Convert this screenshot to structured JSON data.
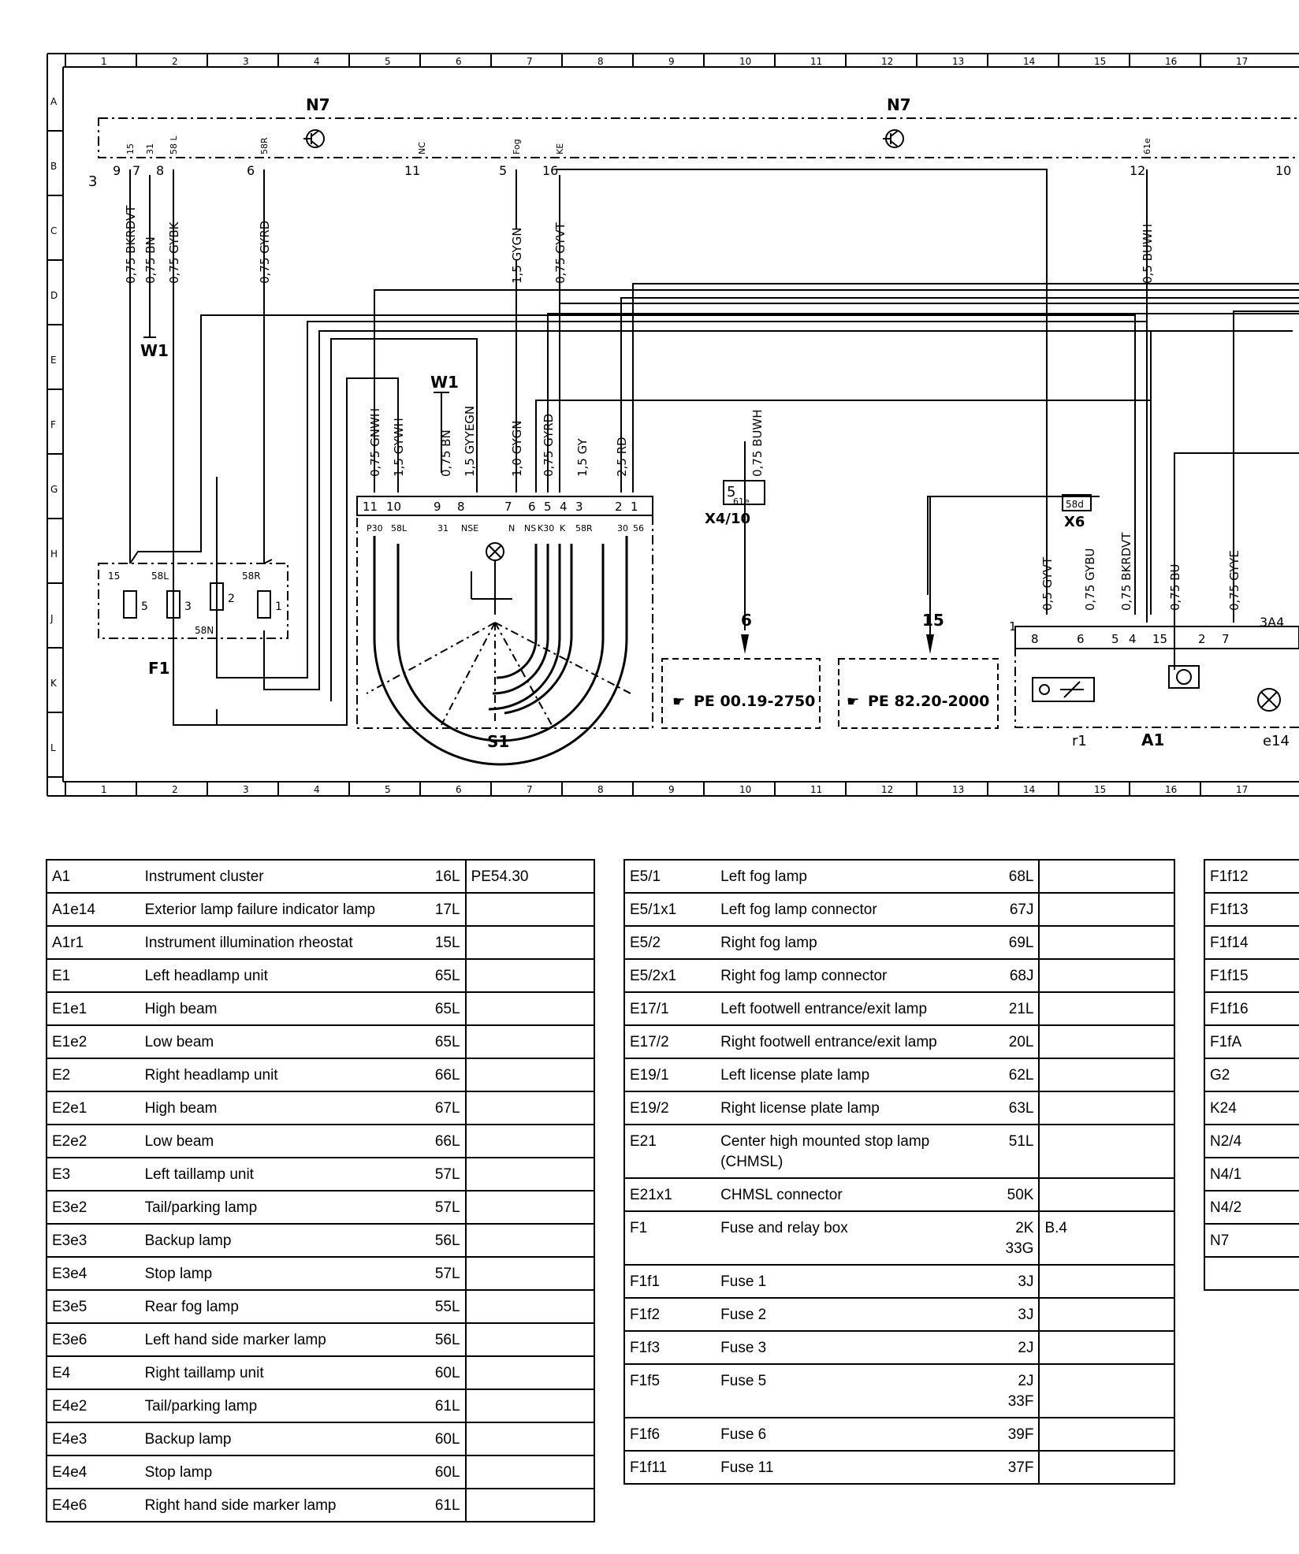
{
  "grid": {
    "columns": [
      "1",
      "2",
      "3",
      "4",
      "5",
      "6",
      "7",
      "8",
      "9",
      "10",
      "11",
      "12",
      "13",
      "14",
      "15",
      "16",
      "17"
    ],
    "rows": [
      "A",
      "B",
      "C",
      "D",
      "E",
      "F",
      "G",
      "H",
      "J",
      "K",
      "L"
    ]
  },
  "components": {
    "n7_left": "N7",
    "n7_right": "N7",
    "w1_left": "W1",
    "w1_mid": "W1",
    "f1": "F1",
    "s1": "S1",
    "x4_10": "X4/10",
    "x6": "X6",
    "a1": "A1",
    "r1": "r1",
    "e14": "e14",
    "three_a4": "3A4",
    "ground_3": "3"
  },
  "n7_pins": [
    {
      "pin": "9",
      "signal": "15",
      "wire": "0,75 BKRDVT"
    },
    {
      "pin": "7",
      "signal": "31",
      "wire": "0,75 BN"
    },
    {
      "pin": "8",
      "signal": "58 L",
      "wire": "0,75 GYBK"
    },
    {
      "pin": "6",
      "signal": "58R",
      "wire": "0,75 GYRD"
    },
    {
      "pin": "11",
      "signal": "NC",
      "wire": ""
    },
    {
      "pin": "5",
      "signal": "Fog",
      "wire": "1,5 GYGN"
    },
    {
      "pin": "16",
      "signal": "KE",
      "wire": "0,75 GYVT"
    },
    {
      "pin": "12",
      "signal": "61e",
      "wire": "0,5 BUWH"
    },
    {
      "pin": "10",
      "signal": "",
      "wire": ""
    }
  ],
  "f1_fuses": [
    {
      "num": "5",
      "term": "15"
    },
    {
      "num": "3",
      "term": "58L"
    },
    {
      "num": "2",
      "term": "58N"
    },
    {
      "num": "1",
      "term": "58R"
    }
  ],
  "s1_wires": [
    "0,75 GNWH",
    "1,5 GYWH",
    "0,75 BN",
    "1,5 GYYEGN",
    "1,0 GYGN",
    "0,75 GYRD",
    "1,5 GY",
    "2,5 RD"
  ],
  "s1_pins": [
    "11",
    "10",
    "9",
    "8",
    "7",
    "6",
    "5",
    "4",
    "3",
    "2",
    "1"
  ],
  "s1_terms": [
    "P30",
    "58L",
    "31",
    "NSE",
    "N",
    "NS",
    "K30",
    "K",
    "58R",
    "30",
    "56"
  ],
  "x4_10": {
    "pin": "5",
    "term": "61e",
    "wire": "0,75 BUWH",
    "ref_num": "6"
  },
  "x6": {
    "term": "58d",
    "ref_num": "15"
  },
  "refs": {
    "pe1": "PE 00.19-2750",
    "pe2": "PE 82.20-2000"
  },
  "a1_wires": [
    "0,5 GYVT",
    "0,75 GYBU",
    "0,75 BKRDVT",
    "0,75 BU",
    "0,75 GYYE"
  ],
  "a1_pins": [
    "1",
    "8",
    "6",
    "5",
    "4",
    "15",
    "2",
    "7"
  ],
  "table1": [
    {
      "code": "A1",
      "desc": "Instrument cluster",
      "loc": "16L",
      "ref": "PE54.30"
    },
    {
      "code": "A1e14",
      "desc": "Exterior lamp failure indicator lamp",
      "loc": "17L",
      "ref": ""
    },
    {
      "code": "A1r1",
      "desc": "Instrument illumination rheostat",
      "loc": "15L",
      "ref": ""
    },
    {
      "code": "E1",
      "desc": "Left headlamp unit",
      "loc": "65L",
      "ref": ""
    },
    {
      "code": "E1e1",
      "desc": "High beam",
      "loc": "65L",
      "ref": ""
    },
    {
      "code": "E1e2",
      "desc": "Low beam",
      "loc": "65L",
      "ref": ""
    },
    {
      "code": "E2",
      "desc": "Right headlamp unit",
      "loc": "66L",
      "ref": ""
    },
    {
      "code": "E2e1",
      "desc": "High beam",
      "loc": "67L",
      "ref": ""
    },
    {
      "code": "E2e2",
      "desc": "Low beam",
      "loc": "66L",
      "ref": ""
    },
    {
      "code": "E3",
      "desc": "Left taillamp unit",
      "loc": "57L",
      "ref": ""
    },
    {
      "code": "E3e2",
      "desc": "Tail/parking lamp",
      "loc": "57L",
      "ref": ""
    },
    {
      "code": "E3e3",
      "desc": "Backup lamp",
      "loc": "56L",
      "ref": ""
    },
    {
      "code": "E3e4",
      "desc": "Stop lamp",
      "loc": "57L",
      "ref": ""
    },
    {
      "code": "E3e5",
      "desc": "Rear fog lamp",
      "loc": "55L",
      "ref": ""
    },
    {
      "code": "E3e6",
      "desc": "Left hand side marker lamp",
      "loc": "56L",
      "ref": ""
    },
    {
      "code": "E4",
      "desc": "Right taillamp unit",
      "loc": "60L",
      "ref": ""
    },
    {
      "code": "E4e2",
      "desc": "Tail/parking lamp",
      "loc": "61L",
      "ref": ""
    },
    {
      "code": "E4e3",
      "desc": "Backup lamp",
      "loc": "60L",
      "ref": ""
    },
    {
      "code": "E4e4",
      "desc": "Stop lamp",
      "loc": "60L",
      "ref": ""
    },
    {
      "code": "E4e6",
      "desc": "Right hand side marker lamp",
      "loc": "61L",
      "ref": ""
    }
  ],
  "table2": [
    {
      "code": "E5/1",
      "desc": "Left fog lamp",
      "loc": "68L",
      "loc2": "",
      "ref": ""
    },
    {
      "code": "E5/1x1",
      "desc": "Left fog lamp connector",
      "loc": "67J",
      "loc2": "",
      "ref": ""
    },
    {
      "code": "E5/2",
      "desc": "Right fog lamp",
      "loc": "69L",
      "loc2": "",
      "ref": ""
    },
    {
      "code": "E5/2x1",
      "desc": "Right fog lamp connector",
      "loc": "68J",
      "loc2": "",
      "ref": ""
    },
    {
      "code": "E17/1",
      "desc": "Left footwell entrance/exit lamp",
      "loc": "21L",
      "loc2": "",
      "ref": ""
    },
    {
      "code": "E17/2",
      "desc": "Right footwell entrance/exit lamp",
      "loc": "20L",
      "loc2": "",
      "ref": ""
    },
    {
      "code": "E19/1",
      "desc": "Left license plate lamp",
      "loc": "62L",
      "loc2": "",
      "ref": ""
    },
    {
      "code": "E19/2",
      "desc": "Right license plate lamp",
      "loc": "63L",
      "loc2": "",
      "ref": ""
    },
    {
      "code": "E21",
      "desc": "Center high mounted stop lamp (CHMSL)",
      "loc": "51L",
      "loc2": "",
      "ref": ""
    },
    {
      "code": "E21x1",
      "desc": "CHMSL connector",
      "loc": "50K",
      "loc2": "",
      "ref": ""
    },
    {
      "code": "F1",
      "desc": "Fuse and relay box",
      "loc": "2K",
      "loc2": "33G",
      "ref": "B.4"
    },
    {
      "code": "F1f1",
      "desc": "Fuse 1",
      "loc": "3J",
      "loc2": "",
      "ref": ""
    },
    {
      "code": "F1f2",
      "desc": "Fuse 2",
      "loc": "3J",
      "loc2": "",
      "ref": ""
    },
    {
      "code": "F1f3",
      "desc": "Fuse 3",
      "loc": "2J",
      "loc2": "",
      "ref": ""
    },
    {
      "code": "F1f5",
      "desc": "Fuse 5",
      "loc": "2J",
      "loc2": "33F",
      "ref": ""
    },
    {
      "code": "F1f6",
      "desc": "Fuse 6",
      "loc": "39F",
      "loc2": "",
      "ref": ""
    },
    {
      "code": "F1f11",
      "desc": "Fuse 11",
      "loc": "37F",
      "loc2": "",
      "ref": ""
    }
  ],
  "table3": [
    {
      "code": "F1f12"
    },
    {
      "code": "F1f13"
    },
    {
      "code": "F1f14"
    },
    {
      "code": "F1f15"
    },
    {
      "code": "F1f16"
    },
    {
      "code": "F1fA"
    },
    {
      "code": "G2"
    },
    {
      "code": "K24"
    },
    {
      "code": "N2/4"
    },
    {
      "code": "N4/1"
    },
    {
      "code": "N4/2"
    },
    {
      "code": "N7"
    },
    {
      "code": ""
    }
  ]
}
